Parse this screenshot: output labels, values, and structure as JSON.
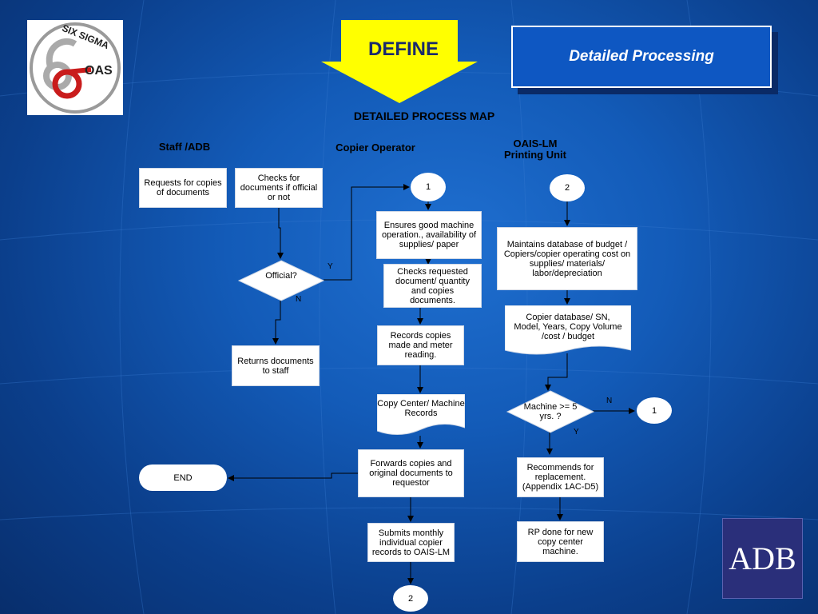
{
  "header": {
    "define_label": "DEFINE",
    "title_box": "Detailed Processing",
    "map_title": "DETAILED PROCESS MAP",
    "logo_left_text": "SIX SIGMA",
    "logo_left_sub": "OAS",
    "logo_right_text": "ADB"
  },
  "lanes": {
    "staff": "Staff /ADB",
    "copier": "Copier Operator",
    "oais": "OAIS-LM\nPrinting Unit"
  },
  "nodes": {
    "requests": "Requests for copies of documents",
    "checks_official": "Checks for documents if official or not",
    "official_q": "Official?",
    "returns": "Returns documents to staff",
    "end": "END",
    "conn1_top": "1",
    "ensures": "Ensures  good machine operation., availability of supplies/ paper",
    "checks_requested": "Checks requested document/ quantity and copies documents.",
    "records": "Records copies made and meter reading.",
    "copy_center": "Copy Center/ Machine Records",
    "forwards": "Forwards copies and original documents to requestor",
    "submits": "Submits monthly individual copier records to OAIS-LM",
    "conn2_bottom": "2",
    "conn2_top": "2",
    "maintains": "Maintains database of budget / Copiers/copier operating cost on supplies/ materials/ labor/depreciation",
    "copier_db": "Copier database/ SN, Model, Years, Copy Volume /cost / budget",
    "machine_q": "Machine >= 5 yrs. ?",
    "conn1_right": "1",
    "recommends": "Recommends for replacement. (Appendix 1AC-D5)",
    "rp_done": "RP done for new copy center machine."
  },
  "edge_labels": {
    "y1": "Y",
    "n1": "N",
    "n2": "N",
    "y2": "Y"
  },
  "colors": {
    "background": "#135bb8",
    "arrow_yellow": "#ffff00",
    "box_fill": "#ffffff",
    "title_box_border": "#ffffff"
  }
}
